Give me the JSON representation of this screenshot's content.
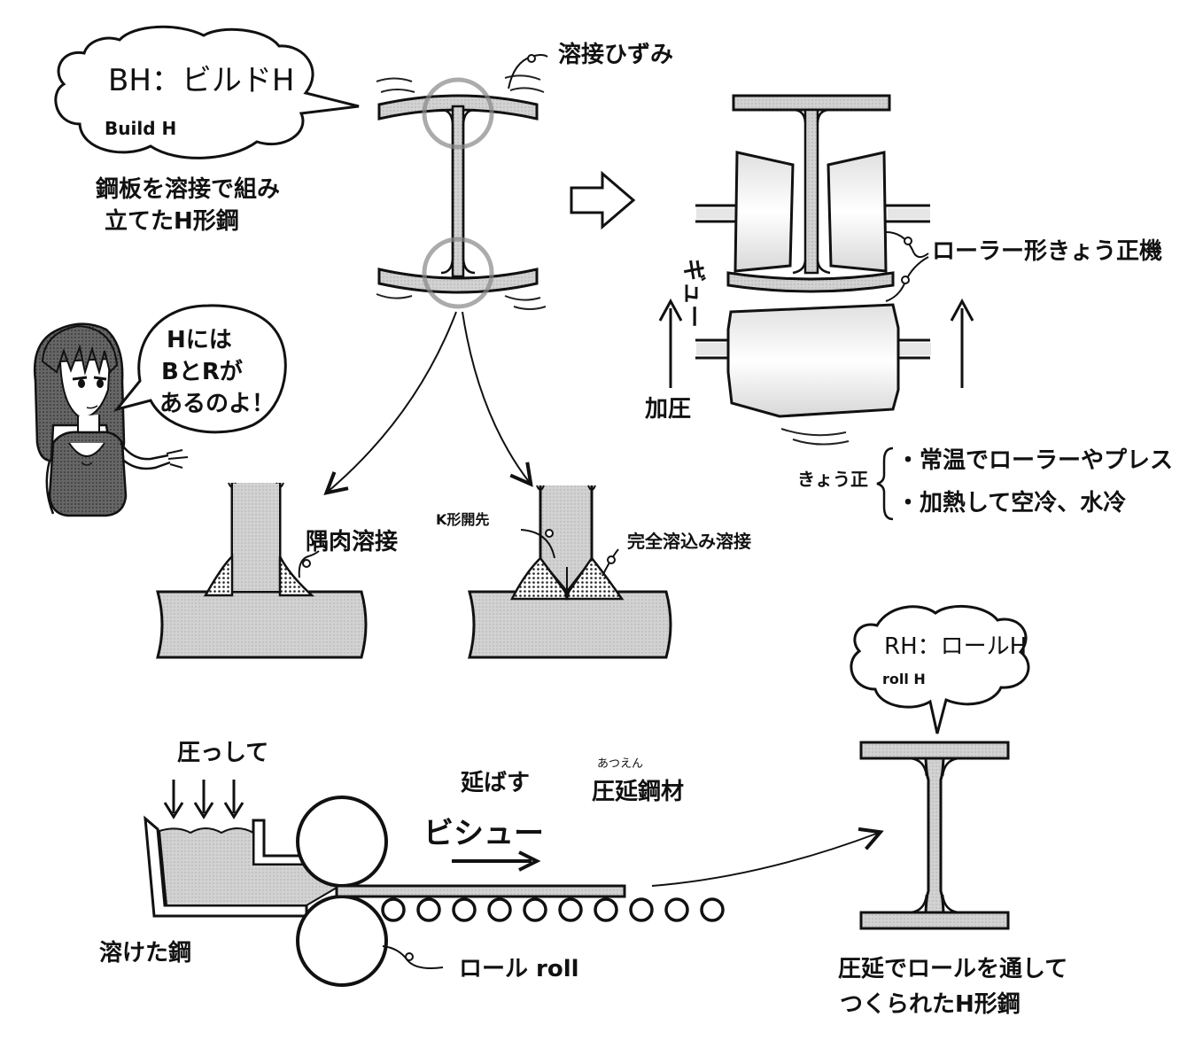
{
  "bh": {
    "bubble_title": "BH：ビルドH",
    "bubble_sub": "Build H",
    "desc_line1": "鋼板を溶接で組み",
    "desc_line2": "立てたH形鋼",
    "distortion_label": "溶接ひずみ"
  },
  "straightening": {
    "machine_label": "ローラー形きょう正機",
    "squeeze_sfx": "ギュー",
    "pressure_label": "加圧",
    "method_title": "きょう正",
    "method_1": "・常温でローラーやプレス",
    "method_2": "・加熱して空冷、水冷"
  },
  "girl_speech": {
    "line1": "Hには",
    "line2": "BとRが",
    "line3": "あるのよ！"
  },
  "welds": {
    "fillet_label": "隅肉溶接",
    "groove_label": "K形開先",
    "full_pen_label": "完全溶込み溶接"
  },
  "rolling": {
    "press_label": "圧っして",
    "stretch_label": "延ばす",
    "sfx": "ビシュー",
    "product_ruby": "あつえん",
    "product_label": "圧延鋼材",
    "molten_label": "溶けた鋼",
    "roll_label": "ロール roll"
  },
  "rh": {
    "bubble_title": "RH：ロールH",
    "bubble_sub": "roll H",
    "desc_line1": "圧延でロールを通して",
    "desc_line2": "つくられたH形鋼"
  },
  "colors": {
    "ink": "#111111",
    "screen_tone": "#cfcfcf",
    "light_tone": "#e4e4e4",
    "hair": "#5a5a5a"
  }
}
